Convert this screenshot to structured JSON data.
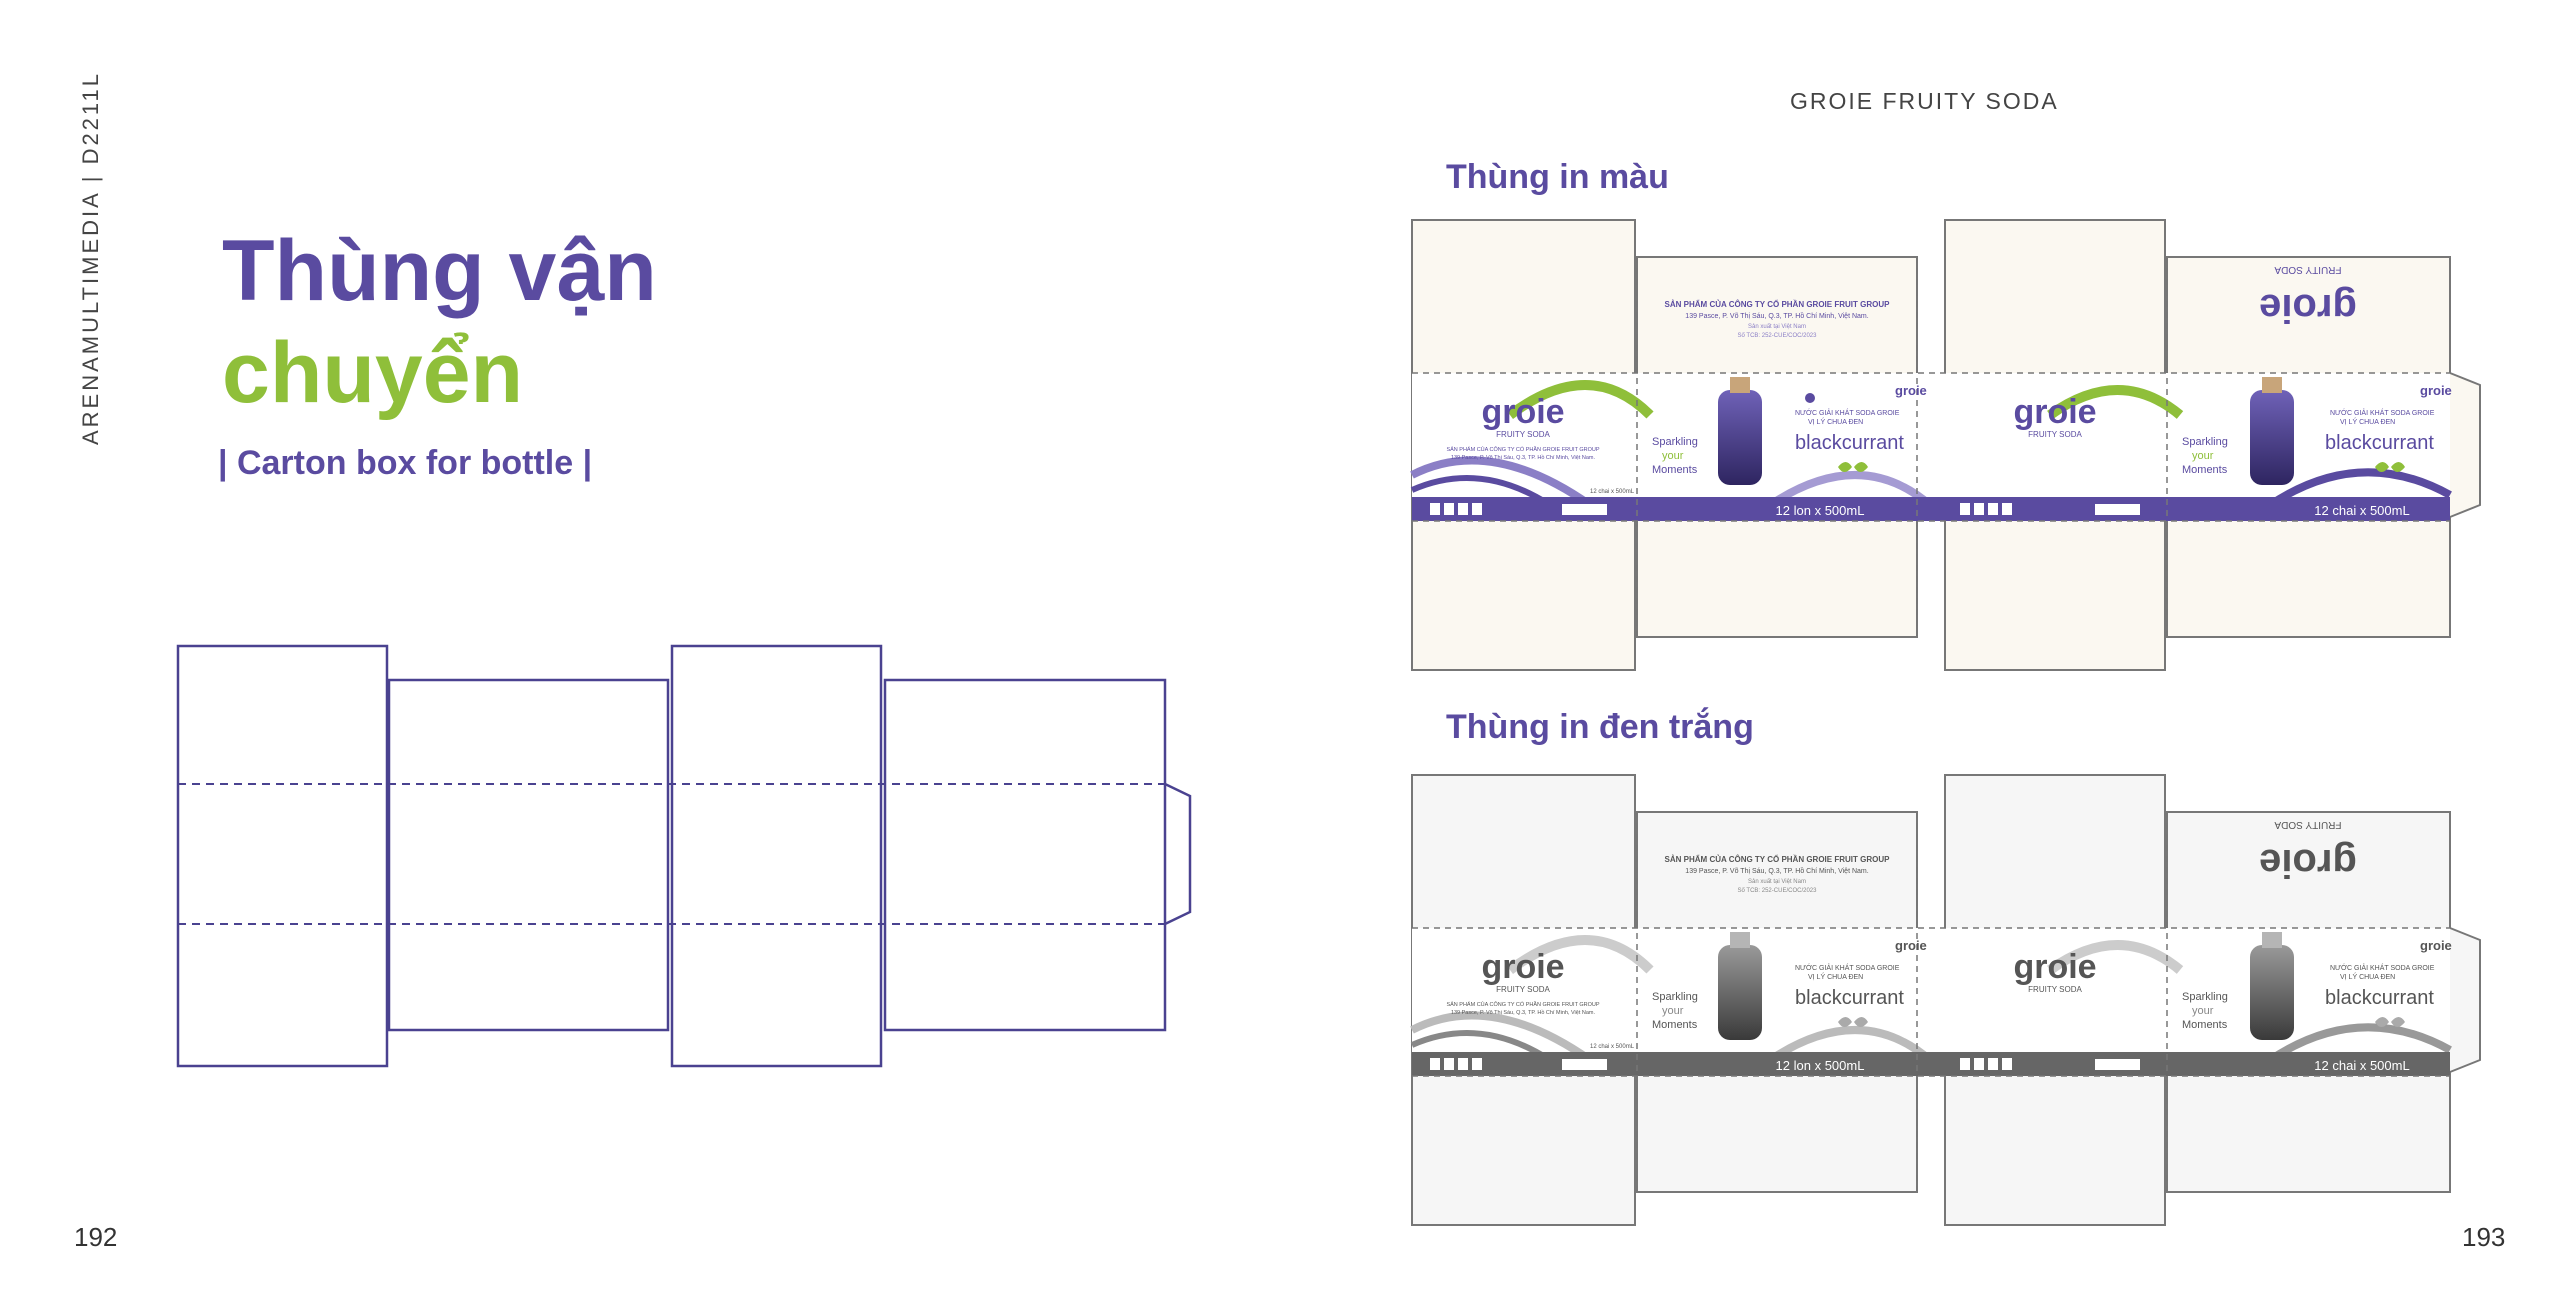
{
  "sidebar_label": "ARENAMULTIMEDIA | D2211L",
  "title_line1": "Thùng vận",
  "title_line2": "chuyển",
  "subtitle": "| Carton box for bottle |",
  "page_left": "192",
  "page_right": "193",
  "header_right": "GROIE FRUITY SODA",
  "section_color": "Thùng in màu",
  "section_bw": "Thùng in đen trắng",
  "box": {
    "brand": "groie",
    "brand_sub": "FRUITY SODA",
    "company_line1": "SẢN PHẨM CỦA CÔNG TY CỔ PHẦN GROIE FRUIT GROUP",
    "company_line2": "139 Pasce, P. Võ Thị Sáu, Q.3, TP. Hồ Chí Minh, Việt Nam.",
    "made_in": "Sản xuất tại Việt Nam",
    "reg_no": "Số TCB: 252-CUE/COC/2023",
    "product_line1": "NƯỚC GIẢI KHÁT SODA GROIE",
    "product_line2": "VỊ LÝ CHUA ĐEN",
    "flavor": "blackcurrant",
    "slogan_1": "Sparkling",
    "slogan_2": "your",
    "slogan_3": "Moments",
    "small_qty": "12 chai x 500mL",
    "qty_panel_a": "12 lon x 500mL",
    "qty_panel_b": "12 chai x 500mL"
  },
  "colors": {
    "purple": "#5a4ba0",
    "green": "#8fbf3a",
    "gray_band": "#666666",
    "panel_cream": "#fbf8f1",
    "panel_gray": "#f6f6f6"
  }
}
